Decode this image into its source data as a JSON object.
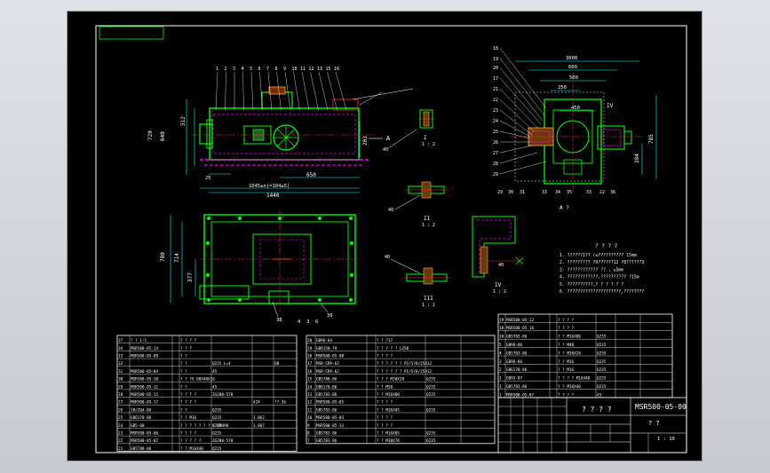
{
  "drawing": {
    "number": "MSR500-05-00",
    "title_qs": "? ? ? ?",
    "sheet_qs": "? ?",
    "scale": "1 : 10",
    "section_A": "A",
    "view_A": "A  ?",
    "section_II": "II",
    "section_II_scale": "1 : 2",
    "section_III": "III",
    "section_III_scale": "1 : 2",
    "section_IV": "IV",
    "section_IV_scale": "1 : 2",
    "section_I": "I",
    "section_I_scale": "1 : 2"
  },
  "dimensions": {
    "front_length": "1440",
    "front_sub": "1045±n(=104±5)",
    "front_650": "650",
    "front_height": "720",
    "front_640": "640",
    "front_312": "312",
    "front_203": "203",
    "front_25": "25",
    "plan_width": "780",
    "plan_714": "714",
    "plan_377": "377",
    "side_3000": "3000",
    "side_600": "600",
    "side_500": "500",
    "side_250": "250",
    "side_450": "450",
    "side_785": "785",
    "side_384": "384"
  },
  "notes": {
    "heading": "? ? ? ?",
    "lines": [
      "1. ??????1??  (≤??????????     15mm",
      "2. ????????? ?9??????12  ?8??????3",
      "3. ???????????? ?? ,    ≥5mm",
      "4. ????????????,??????????          ?15m",
      "5. ??????????,? ? ? ? ? ?",
      "6. ?????????????????????,????????"
    ]
  },
  "front_balloons": [
    "1",
    "2",
    "3",
    "4",
    "5",
    "6",
    "7",
    "8",
    "9",
    "10",
    "11",
    "12",
    "13",
    "15",
    "16"
  ],
  "left_bom": [
    [
      "37",
      "? ?  1:1",
      "",
      "? ? ? ?",
      "",
      "",
      ""
    ],
    [
      "34",
      "MSR500-05-14",
      "",
      "? ? ?",
      "",
      "",
      ""
    ],
    [
      "33",
      "MSR500-05-09",
      "",
      "? ?",
      "",
      "",
      ""
    ],
    [
      "32",
      "",
      "",
      "? ?",
      "Q235  L=4",
      "",
      "QB",
      ""
    ],
    [
      "31",
      "MSR500-05-04",
      "",
      "? ?",
      "45",
      "",
      "",
      ""
    ],
    [
      "30",
      "MSR500-05-10",
      "",
      "? ?  ?G 80X40X16",
      "",
      "",
      ""
    ],
    [
      "29",
      "MSR500-05-11",
      "",
      "? ?",
      "45",
      "",
      "",
      ""
    ],
    [
      "28",
      "MSR500-05-15",
      "",
      "? ? ? ?",
      "ZG200-570",
      "",
      "",
      ""
    ],
    [
      "27",
      "MSR500-05-17",
      "",
      "? ? ? ?",
      "",
      "424",
      "??.36"
    ],
    [
      "26",
      "JB/ZQ4-86",
      "",
      "? ?",
      "Q235",
      "",
      "",
      ""
    ],
    [
      "25",
      "GB6170-86",
      "",
      "? ?  M16",
      "Q235",
      "1.062",
      "",
      ""
    ],
    [
      "24",
      "GB5-60",
      "",
      "? ? ? ? ? ? ? ?  KM490",
      "Q235",
      "1.067",
      "",
      ""
    ],
    [
      "23",
      "MSR500-05-06",
      "",
      "? ? ? ?",
      "Q235",
      "",
      "",
      ""
    ],
    [
      "22",
      "MSR500-05-02",
      "",
      "? ? ? ? ?",
      "ZG200-570",
      "",
      "",
      ""
    ],
    [
      "21",
      "GB5780-86",
      "",
      "? ?  M16X40",
      "Q235",
      "",
      "",
      ""
    ]
  ],
  "mid_bom": [
    [
      "20",
      "GB96-64",
      "",
      "? ?  ?17",
      "",
      ""
    ],
    [
      "19",
      "GB9150-79",
      "",
      "? ? ? ? ?  L250",
      "",
      ""
    ],
    [
      "18",
      "MSR500-05-08",
      "",
      "? ? ? ?",
      "",
      ""
    ],
    [
      "17",
      "MSR-CRP-62",
      "",
      "? ? ? ? ? ?  PI/5?8/25X12",
      "",
      ""
    ],
    [
      "16",
      "MSR-CRP-62",
      "",
      "? ? ? ? ? ?  PI/5?8/25X12",
      "",
      ""
    ],
    [
      "15",
      "GB5780-86",
      "",
      "? ? ?  M30X20",
      "Q235",
      "",
      ""
    ],
    [
      "14",
      "GB6170-86",
      "",
      "? ?  M30",
      "Q235",
      "",
      ""
    ],
    [
      "13",
      "GB5783-86",
      "",
      "? ?  M16X80",
      "Q235",
      "",
      ""
    ],
    [
      "12",
      "MSR500-05-05",
      "",
      "? ? ? ?",
      "",
      "",
      ""
    ],
    [
      "11",
      "GB5783-86",
      "",
      "? ?  M16X45",
      "Q235",
      "",
      ""
    ],
    [
      "10",
      "MSR500-05-03",
      "",
      "? ? ? ?",
      "",
      "",
      ""
    ],
    [
      "9",
      "MSR500-05-13",
      "",
      "? ? ? ?",
      "",
      "",
      ""
    ],
    [
      "8",
      "GB5783-86",
      "",
      "? ?  M16X85",
      "Q235",
      "",
      ""
    ],
    [
      "7",
      "GB5783-86",
      "",
      "? ?  M30X70",
      "Q235",
      "",
      ""
    ]
  ],
  "right_bom": [
    [
      "19",
      "MSR500-05-12",
      "",
      "? ? ? ?",
      "",
      "",
      ""
    ],
    [
      "18",
      "MSR500-05-16",
      "",
      "? ? ? ?",
      "",
      "",
      ""
    ],
    [
      "10",
      "GB5783-86",
      "",
      "? ?  M16X80",
      "Q235",
      "",
      ""
    ],
    [
      "5",
      "GB96-86",
      "",
      "? ?  M40",
      "Q235",
      "",
      ""
    ],
    [
      "4",
      "GB5783-86",
      "",
      "? ?  M30X20",
      "Q235",
      "",
      ""
    ],
    [
      "3",
      "GB96-86",
      "",
      "? ?  M16",
      "Q235",
      "",
      ""
    ],
    [
      "2",
      "GB6170-86",
      "",
      "? ?  M16",
      "Q235",
      "",
      ""
    ],
    [
      "1",
      "GB93-87",
      "",
      "? ? ? ?  M16X40",
      "Q235",
      "",
      ""
    ],
    [
      "1",
      "GB5783-86",
      "",
      "? ?  M16X40",
      "Q235",
      "",
      ""
    ],
    [
      "1",
      "MSR500-05-07",
      "",
      "? ? ? ?",
      "45",
      "",
      ""
    ]
  ],
  "colors": {
    "background": "#000000",
    "frame": "#ffffff",
    "outline": "#00ff00",
    "hidden": "#ff00ff",
    "centerline": "#ff3030",
    "dimension": "#00ffff",
    "text": "#ffffff",
    "hatch": "#ffff00",
    "blue": "#3070ff"
  }
}
